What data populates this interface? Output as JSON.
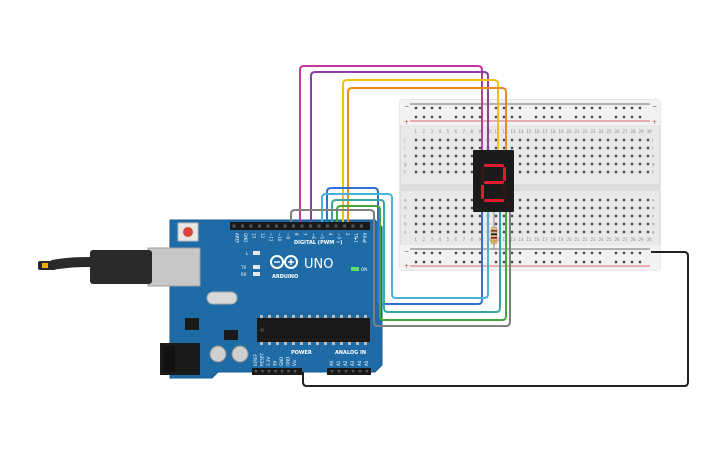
{
  "arduino": {
    "brand": "ARDUINO",
    "model": "UNO",
    "digital_label": "DIGITAL (PWM ~)",
    "power_label": "POWER",
    "analog_label": "ANALOG IN",
    "on_label": "ON",
    "led_l": "L",
    "led_tx": "TX",
    "led_rx": "RX",
    "digital_pins": [
      "AREF",
      "GND",
      "13",
      "12",
      "~11",
      "~10",
      "~9",
      "8",
      "7",
      "~6",
      "~5",
      "4",
      "~3",
      "2",
      "TX▸1",
      "RX◂0"
    ],
    "power_pins": [
      "IOREF",
      "RESET",
      "3.3V",
      "5V",
      "GND",
      "GND",
      "Vin"
    ],
    "analog_pins": [
      "A0",
      "A1",
      "A2",
      "A3",
      "A4",
      "A5"
    ]
  },
  "breadboard": {
    "col_numbers": [
      "1",
      "2",
      "3",
      "4",
      "5",
      "6",
      "7",
      "8",
      "9",
      "10",
      "11",
      "12",
      "13",
      "14",
      "15",
      "16",
      "17",
      "18",
      "19",
      "20",
      "21",
      "22",
      "23",
      "24",
      "25",
      "26",
      "27",
      "28",
      "29",
      "30"
    ],
    "row_letters_top": [
      "j",
      "i",
      "h",
      "g",
      "f"
    ],
    "row_letters_bottom": [
      "e",
      "d",
      "c",
      "b",
      "a"
    ],
    "rail_minus": "−",
    "rail_plus": "+"
  },
  "display": {
    "digit": "2",
    "segment_color": "#e11b2b"
  },
  "colors": {
    "board": "#1e6ba5",
    "wire_magenta": "#c1399d",
    "wire_purple": "#8c3dab",
    "wire_yellow": "#f2c10e",
    "wire_orange": "#f08a12",
    "wire_blue": "#2f6fd6",
    "wire_lightblue": "#47b3d8",
    "wire_teal": "#35a8a2",
    "wire_green": "#46a53b",
    "wire_gray": "#7f7f7f",
    "wire_black": "#222222"
  }
}
